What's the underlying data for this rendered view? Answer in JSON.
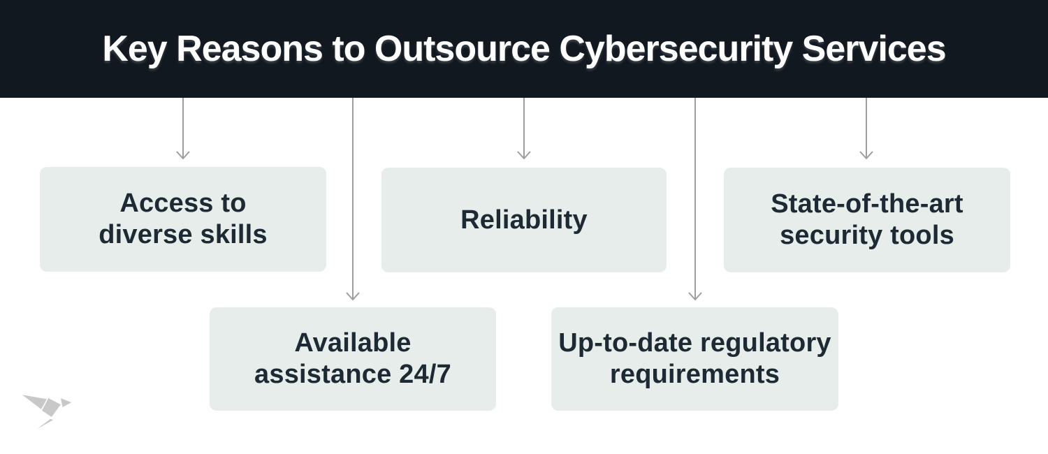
{
  "header": {
    "title": "Key Reasons to Outsource Cybersecurity Services"
  },
  "reasons": [
    {
      "label": "Access to\ndiverse skills"
    },
    {
      "label": "Reliability"
    },
    {
      "label": "State-of-the-art\nsecurity tools"
    },
    {
      "label": "Available\nassistance 24/7"
    },
    {
      "label": "Up-to-date regulatory\nrequirements"
    }
  ],
  "icons": {
    "connector": "down-arrow-icon",
    "logo": "origami-bird-logo"
  },
  "colors": {
    "header_bg": "#12181f",
    "title_text": "#ffffff",
    "card_bg": "#e6edeb",
    "card_text": "#1d2a33",
    "arrow": "#9e9e9e",
    "logo": "#c8c8c8",
    "background": "#ffffff"
  }
}
